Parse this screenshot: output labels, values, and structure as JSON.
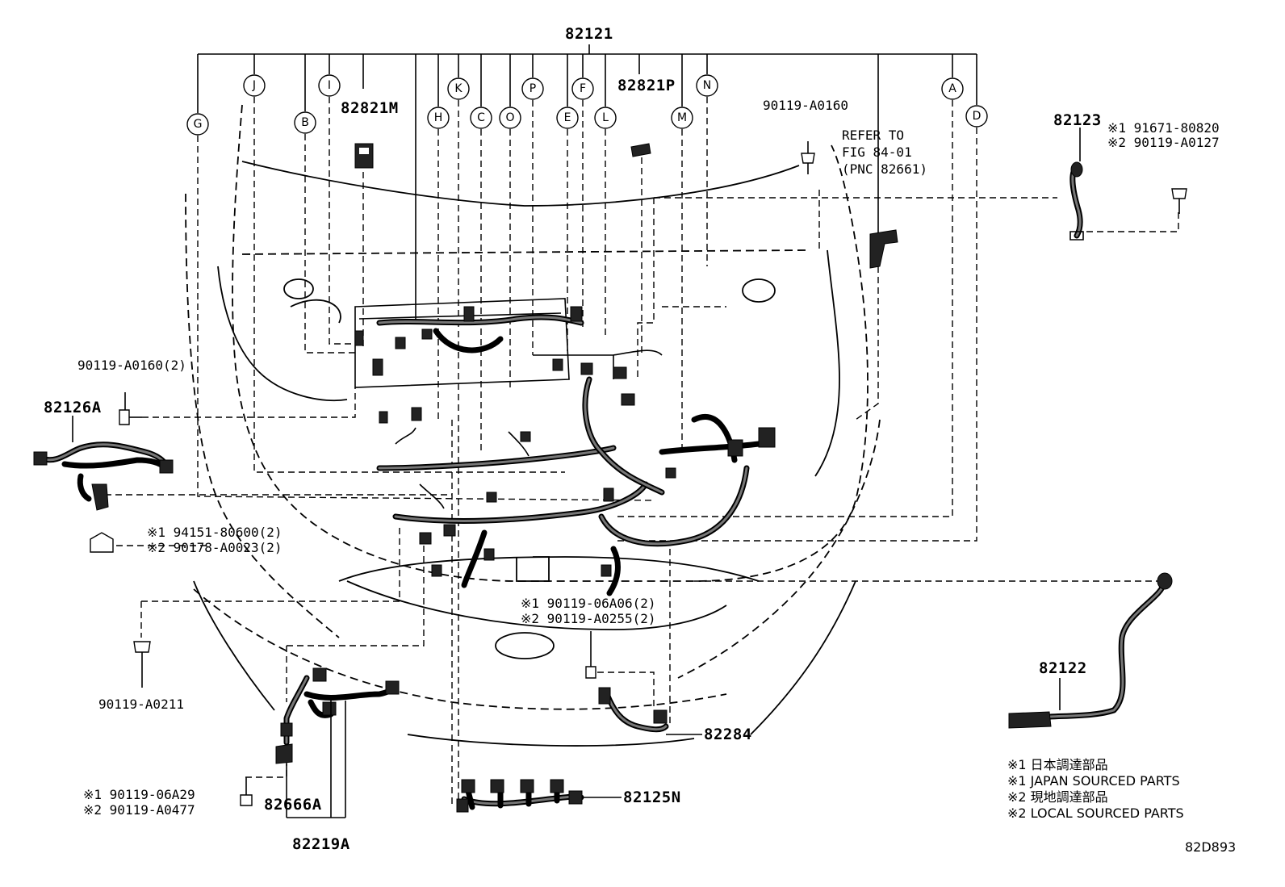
{
  "diagram": {
    "main_part": "82121",
    "callout_letters": [
      "G",
      "J",
      "B",
      "I",
      "H",
      "K",
      "C",
      "O",
      "P",
      "E",
      "F",
      "L",
      "M",
      "N",
      "A",
      "D"
    ],
    "labels": {
      "p82821M": "82821M",
      "p82821P": "82821P",
      "p82123": "82123",
      "p82126A": "82126A",
      "p82122": "82122",
      "p82284": "82284",
      "p82125N": "82125N",
      "p82666A": "82666A",
      "p82219A": "82219A",
      "bolt_top": "90119-A0160",
      "bolt_left": "90119-A0160(2)",
      "bolt_bottom_left": "90119-A0211",
      "refer_1": "REFER TO",
      "refer_2": "FIG 84-01",
      "refer_3": "(PNC 82661)",
      "alt_82123_1": "※1 91671-80820",
      "alt_82123_2": "※2 90119-A0127",
      "alt_clip_1": "※1 94151-80600(2)",
      "alt_clip_2": "※2 90178-A0023(2)",
      "alt_mid_1": "※1 90119-06A06(2)",
      "alt_mid_2": "※2 90119-A0255(2)",
      "alt_low_1": "※1 90119-06A29",
      "alt_low_2": "※2 90119-A0477"
    },
    "legend": [
      "※1 日本調達部品",
      "※1 JAPAN SOURCED PARTS",
      "※2 現地調達部品",
      "※2 LOCAL SOURCED PARTS"
    ],
    "figure_code": "82D893"
  }
}
